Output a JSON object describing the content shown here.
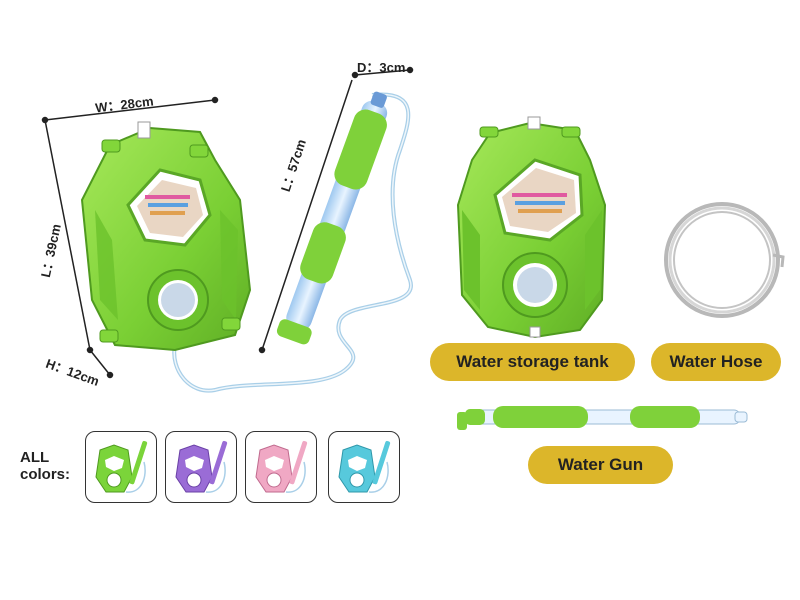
{
  "dimensions": {
    "width": "W：28cm",
    "depth": "D：3cm",
    "length": "L：57cm",
    "length_tank": "L：39cm",
    "height": "H：12cm"
  },
  "labels": {
    "tank": "Water storage tank",
    "hose": "Water Hose",
    "gun": "Water Gun"
  },
  "colors_section": {
    "label_line1": "ALL",
    "label_line2": "colors:",
    "variants": [
      {
        "name": "green",
        "color": "#7bd43a"
      },
      {
        "name": "purple",
        "color": "#9a6cd6"
      },
      {
        "name": "pink",
        "color": "#f0a8c4"
      },
      {
        "name": "blue",
        "color": "#57c9dc"
      }
    ]
  },
  "palette": {
    "tank_green": "#82d63a",
    "pill_gold": "#dcb62a"
  }
}
